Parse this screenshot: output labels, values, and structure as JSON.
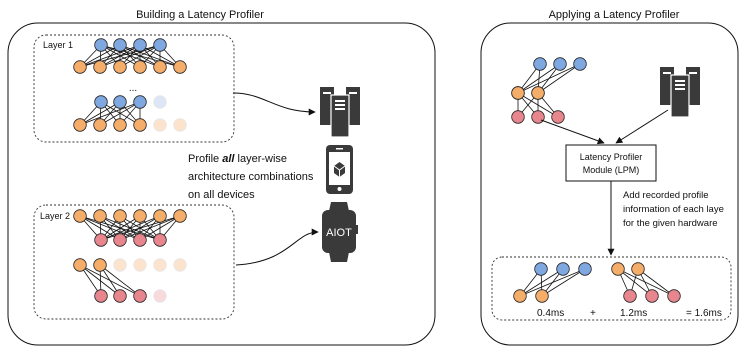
{
  "left_panel": {
    "title": "Building a Latency Profiler",
    "layer1_label": "Layer 1",
    "layer2_label": "Layer 2",
    "ellipsis": "...",
    "profile_text": [
      "Profile ",
      "all",
      " layer-wise",
      "architecture combinations",
      "on all devices"
    ],
    "device_label": "AIOT"
  },
  "right_panel": {
    "title": "Applying a Latency Profiler",
    "lpm_label": [
      "Latency Profiler",
      "Module (LPM)"
    ],
    "annotation": [
      "Add recorded profile",
      "information of each laye",
      "for the given hardware"
    ],
    "results": {
      "a": "0.4ms",
      "plus": "+",
      "b": "1.2ms",
      "total": "= 1.6ms"
    }
  },
  "colors": {
    "blue": "#7fa8e0",
    "orange": "#f5ad6a",
    "pink": "#e8868e",
    "faded_blue": "#dde6f4",
    "faded_orange": "#fbe3cd",
    "faded_pink": "#f7dadc",
    "device": "#3a3a3a"
  },
  "icons": [
    "server-icon",
    "smartphone-icon",
    "smartwatch-icon"
  ]
}
